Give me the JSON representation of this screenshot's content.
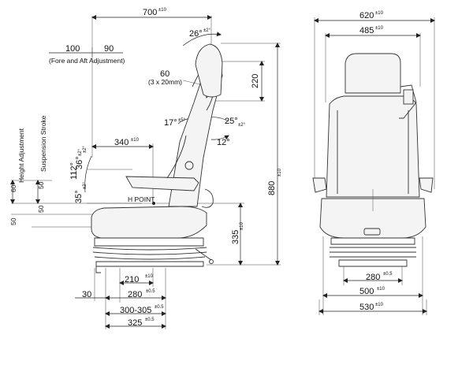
{
  "side_view": {
    "overall_depth": {
      "value": "700",
      "tol": "±10"
    },
    "fore_aft": {
      "left": "100",
      "right": "90",
      "label": "(Fore and Aft Adjustment)"
    },
    "backrest_tilt": {
      "value": "26°",
      "tol": "±2°"
    },
    "lumbar": {
      "value": "60",
      "note": "(3 x 20mm)"
    },
    "headrest": {
      "value": "220"
    },
    "back_angle_a": {
      "value": "17°",
      "tol": "±5°"
    },
    "back_angle_b": {
      "value": "25°",
      "tol": "±2°"
    },
    "back_angle_c": {
      "value": "12°"
    },
    "seat_depth": {
      "value": "340",
      "tol": "±10"
    },
    "hip_angle": {
      "value": "112°",
      "tol": "±2°"
    },
    "cushion_angle": {
      "value": "36°",
      "tol": "±2°"
    },
    "cushion_tilt": {
      "value": "35°",
      "tol": "±2°"
    },
    "h_point": "H POINT",
    "overall_height": {
      "value": "880",
      "tol": "±10"
    },
    "h_point_height": {
      "value": "335",
      "tol": "±10"
    },
    "height_adj": {
      "label": "Height Adjustment",
      "a": "60",
      "b": "50"
    },
    "susp_stroke": {
      "label": "Suspension Stroke",
      "a": "50",
      "b": "50"
    },
    "base_a": {
      "value": "210",
      "tol": "±10"
    },
    "base_b": {
      "value": "280",
      "tol": "±0.5"
    },
    "base_offset": "30",
    "base_c": {
      "value": "300-305",
      "tol": "±0.5"
    },
    "base_d": {
      "value": "325",
      "tol": "±0.5"
    }
  },
  "front_view": {
    "overall_width": {
      "value": "620",
      "tol": "±10"
    },
    "back_width": {
      "value": "485",
      "tol": "±10"
    },
    "base_width": {
      "value": "280",
      "tol": "±0.5"
    },
    "cushion_width": {
      "value": "500",
      "tol": "±10"
    },
    "total_width": {
      "value": "530",
      "tol": "±10"
    }
  }
}
